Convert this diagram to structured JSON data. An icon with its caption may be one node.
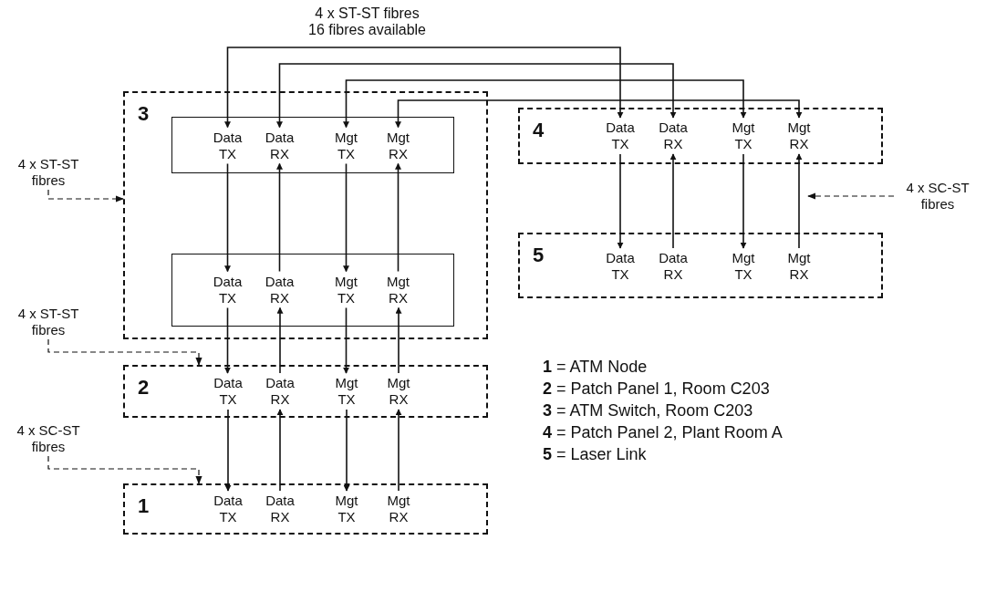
{
  "diagram": {
    "nodes": [
      {
        "text": [
          "3"
        ]
      },
      {
        "text": [],
        "shape": "box",
        "in": 0
      },
      {
        "text": [
          "Data TX"
        ],
        "in": 1
      },
      {
        "text": [
          "Data RX"
        ],
        "in": 1
      },
      {
        "text": [
          "Mgt TX"
        ],
        "in": 1
      },
      {
        "text": [
          "Mgt RX"
        ],
        "in": 1
      },
      {
        "text": [],
        "shape": "box",
        "in": 0
      },
      {
        "text": [
          "Data TX"
        ],
        "in": 6
      },
      {
        "text": [
          "Data RX"
        ],
        "in": 6
      },
      {
        "text": [
          "Mgt TX"
        ],
        "in": 6
      },
      {
        "text": [
          "Mgt RX"
        ],
        "in": 6
      },
      {
        "text": [
          "4"
        ]
      },
      {
        "text": [
          "Data TX"
        ],
        "in": 11
      },
      {
        "text": [
          "Data RX"
        ],
        "in": 11
      },
      {
        "text": [
          "Mgt TX"
        ],
        "in": 11
      },
      {
        "text": [
          "Mgt RX"
        ],
        "in": 11
      },
      {
        "text": [
          "5"
        ]
      },
      {
        "text": [
          "Data TX"
        ],
        "in": 16
      },
      {
        "text": [
          "Data RX"
        ],
        "in": 16
      },
      {
        "text": [
          "Mgt TX"
        ],
        "in": 16
      },
      {
        "text": [
          "Mgt RX"
        ],
        "in": 16
      },
      {
        "text": [
          "2"
        ]
      },
      {
        "text": [
          "Data TX"
        ],
        "in": 21
      },
      {
        "text": [
          "Data RX"
        ],
        "in": 21
      },
      {
        "text": [
          "Mgt TX"
        ],
        "in": 21
      },
      {
        "text": [
          "Mgt RX"
        ],
        "in": 21
      },
      {
        "text": [
          "1"
        ]
      },
      {
        "text": [
          "Data TX"
        ],
        "in": 26
      },
      {
        "text": [
          "Data RX"
        ],
        "in": 26
      },
      {
        "text": [
          "Mgt TX"
        ],
        "in": 26
      },
      {
        "text": [
          "Mgt RX"
        ],
        "in": 26
      },
      {
        "text": [
          "4 x ST-ST fibres"
        ]
      },
      {
        "text": [
          "4 x SC-ST fibres"
        ]
      },
      {
        "text": [
          "4 x ST-ST fibres"
        ]
      },
      {
        "text": [
          "4 x SC-ST fibres"
        ]
      }
    ],
    "edges": [
      {
        "from": 2,
        "to": 12,
        "arrow": "both"
      },
      {
        "from": 3,
        "to": 13,
        "arrow": "both"
      },
      {
        "from": 4,
        "to": 14,
        "arrow": "both"
      },
      {
        "from": 5,
        "to": 15,
        "arrow": "both"
      },
      {
        "from": 2,
        "to": 7,
        "arrow": "to"
      },
      {
        "from": 8,
        "to": 3,
        "arrow": "to"
      },
      {
        "from": 4,
        "to": 9,
        "arrow": "to"
      },
      {
        "from": 10,
        "to": 5,
        "arrow": "to"
      },
      {
        "from": 12,
        "to": 17,
        "arrow": "to"
      },
      {
        "from": 18,
        "to": 13,
        "arrow": "to"
      },
      {
        "from": 14,
        "to": 19,
        "arrow": "to"
      },
      {
        "from": 20,
        "to": 15,
        "arrow": "to"
      },
      {
        "from": 7,
        "to": 22,
        "arrow": "to"
      },
      {
        "from": 23,
        "to": 8,
        "arrow": "to"
      },
      {
        "from": 9,
        "to": 24,
        "arrow": "to"
      },
      {
        "from": 25,
        "to": 10,
        "arrow": "to"
      },
      {
        "from": 22,
        "to": 27,
        "arrow": "to"
      },
      {
        "from": 28,
        "to": 23,
        "arrow": "to"
      },
      {
        "from": 24,
        "to": 29,
        "arrow": "to"
      },
      {
        "from": 30,
        "to": 25,
        "arrow": "to"
      },
      {
        "from": 31,
        "to": 0,
        "arrow": "to",
        "style": "dashed"
      },
      {
        "from": 32,
        "to": null,
        "arrow": "to",
        "style": "dashed"
      },
      {
        "from": 33,
        "to": 21,
        "arrow": "to",
        "style": "dashed"
      },
      {
        "from": 34,
        "to": 26,
        "arrow": "to",
        "style": "dashed"
      }
    ],
    "labels": [
      "4 x ST-ST fibres 16 fibres available",
      "**1** = ATM Node",
      "**2** = Patch Panel 1, Room C203",
      "**3** = ATM Switch, Room C203",
      "**4** = Patch Panel 2, Plant Room A",
      "**5** = Laser Link"
    ]
  }
}
